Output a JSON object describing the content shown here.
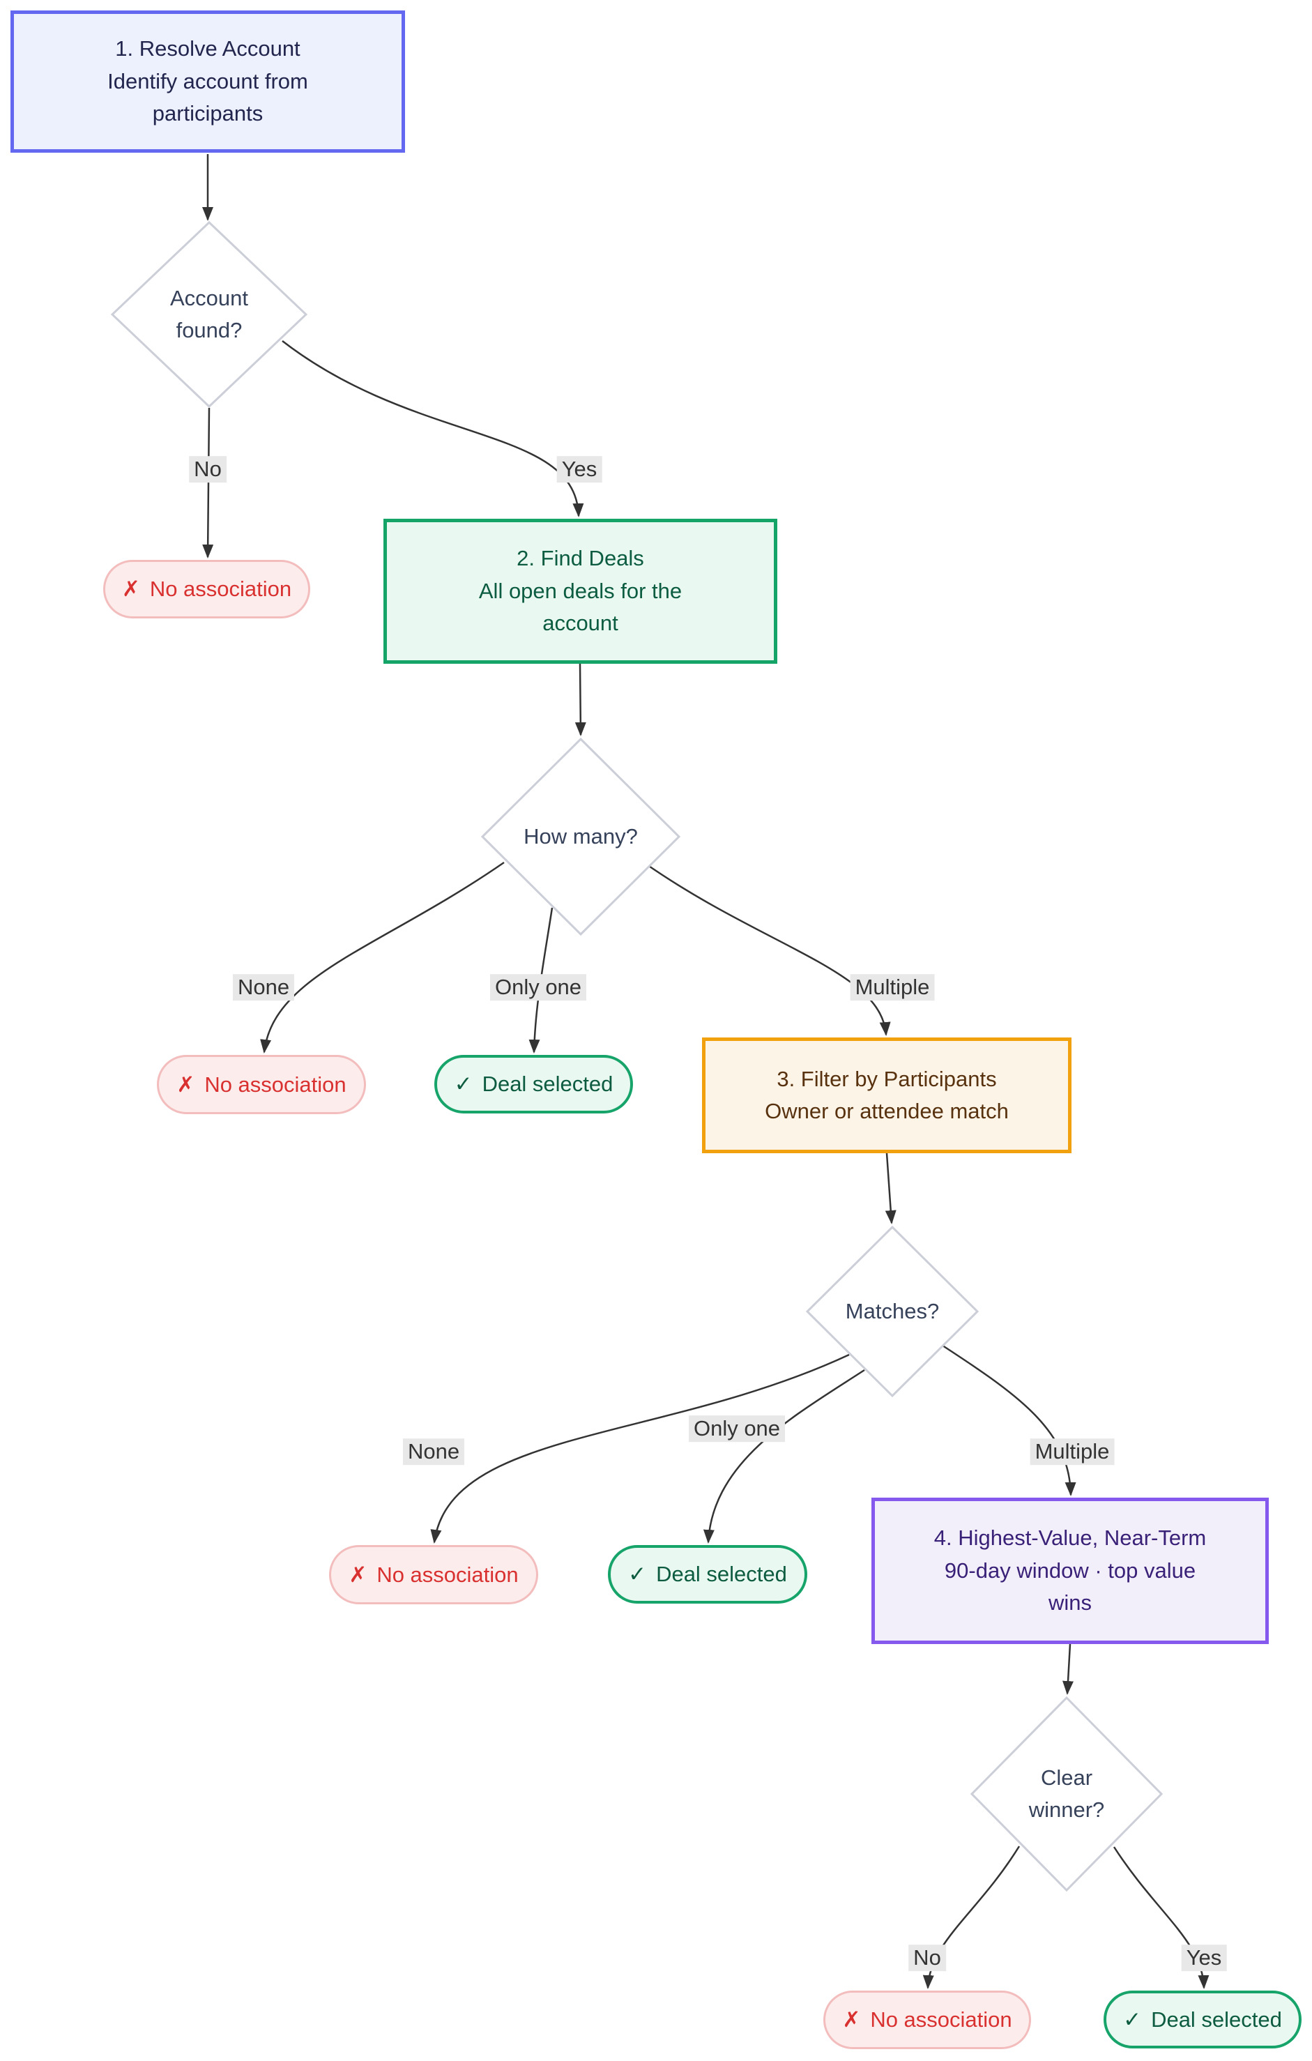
{
  "diagram": {
    "nodes": {
      "step1": {
        "title": "1. Resolve Account",
        "desc": "Identify account from participants"
      },
      "account_found": {
        "label": "Account found?"
      },
      "no_assoc_1": {
        "icon": "✗",
        "label": "No association"
      },
      "step2": {
        "title": "2. Find Deals",
        "desc": "All open deals for the account"
      },
      "how_many": {
        "label": "How many?"
      },
      "no_assoc_2": {
        "icon": "✗",
        "label": "No association"
      },
      "deal_selected_1": {
        "icon": "✓",
        "label": "Deal selected"
      },
      "step3": {
        "title": "3. Filter by Participants",
        "desc": "Owner or attendee match"
      },
      "matches": {
        "label": "Matches?"
      },
      "no_assoc_3": {
        "icon": "✗",
        "label": "No association"
      },
      "deal_selected_2": {
        "icon": "✓",
        "label": "Deal selected"
      },
      "step4": {
        "title": "4. Highest-Value, Near-Term",
        "desc": "90-day window · top value wins"
      },
      "clear_winner": {
        "label": "Clear winner?"
      },
      "no_assoc_4": {
        "icon": "✗",
        "label": "No association"
      },
      "deal_selected_3": {
        "icon": "✓",
        "label": "Deal selected"
      }
    },
    "edge_labels": {
      "no_1": "No",
      "yes_1": "Yes",
      "none_1": "None",
      "only_one_1": "Only one",
      "multiple_1": "Multiple",
      "none_2": "None",
      "only_one_2": "Only one",
      "multiple_2": "Multiple",
      "no_2": "No",
      "yes_2": "Yes"
    },
    "colors": {
      "step_blue_fill": "#edf0fd",
      "step_blue_border": "#6468f0",
      "step_blue_text": "#22254d",
      "step_green_fill": "#e9f8f0",
      "step_green_border": "#14a468",
      "step_green_text": "#0c5c42",
      "step_orange_fill": "#fdf4e8",
      "step_orange_border": "#f0a10d",
      "step_orange_text": "#58320f",
      "step_purple_fill": "#f2effb",
      "step_purple_border": "#8558ee",
      "step_purple_text": "#3a2178",
      "decision_fill": "#ffffff",
      "decision_border": "#ccced8",
      "decision_text": "#36415a",
      "fail_fill": "#fcedec",
      "fail_border": "#f3bdbd",
      "fail_text": "#d93030",
      "ok_fill": "#e9f8f0",
      "ok_border": "#16a46a",
      "ok_text": "#0d5c41",
      "label_bg": "#e8e8e8",
      "label_text": "#333333",
      "edge_color": "#333333"
    }
  }
}
